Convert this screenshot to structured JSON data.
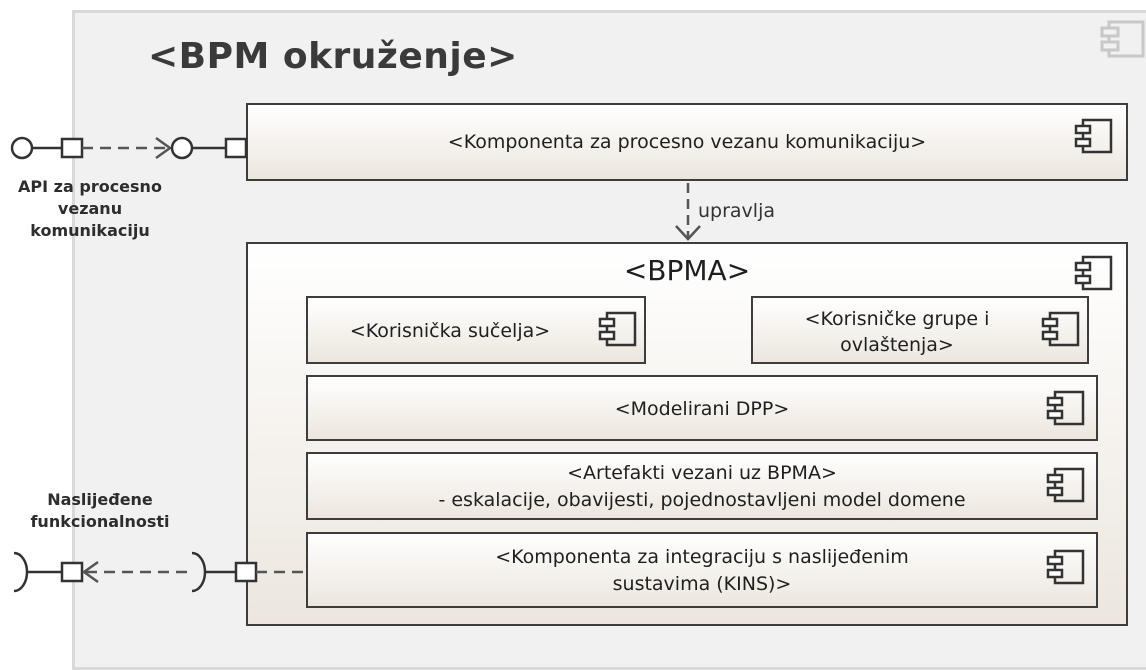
{
  "environment": {
    "title": "<BPM okruženje>"
  },
  "top_component": {
    "label": "<Komponenta za procesno vezanu komunikaciju>"
  },
  "dependency": {
    "label": "upravlja"
  },
  "bpma": {
    "title": "<BPMA>",
    "ui": "<Korisnička sučelja>",
    "groups_line1": "<Korisničke grupe i",
    "groups_line2": "ovlaštenja>",
    "dpp": "<Modelirani DPP>",
    "artefacts_line1": "<Artefakti vezani uz BPMA>",
    "artefacts_line2": "- eskalacije, obavijesti, pojednostavljeni model domene",
    "kins_line1": "<Komponenta za integraciju s naslijeđenim",
    "kins_line2": "sustavima (KINS)>"
  },
  "api": {
    "line1": "API za procesno",
    "line2": "vezanu",
    "line3": "komunikaciju"
  },
  "legacy": {
    "line1": "Naslijeđene",
    "line2": "funkcionalnosti"
  }
}
